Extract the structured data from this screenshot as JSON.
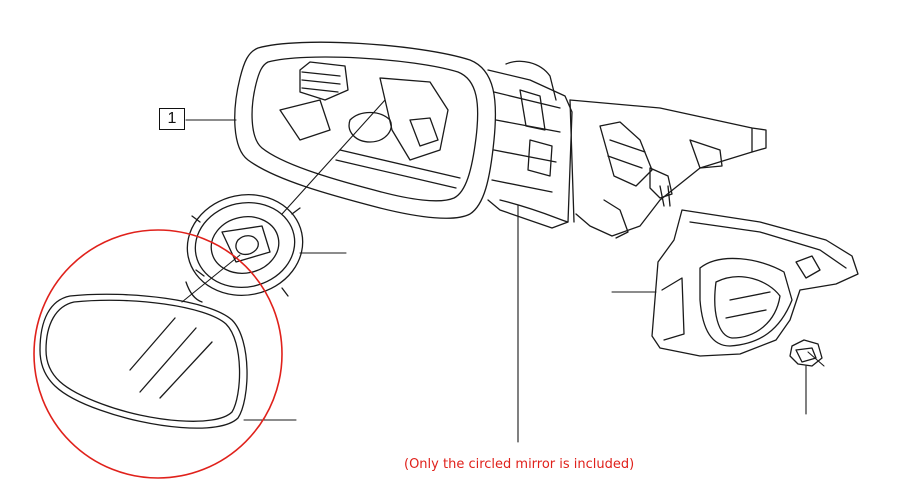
{
  "callout": {
    "number": "1"
  },
  "note": "(Only the circled mirror is included)",
  "colors": {
    "line": "#1a1a1a",
    "highlight_circle": "#e0211b",
    "note_text": "#e0211b"
  },
  "parts": [
    {
      "name": "mirror-housing",
      "label": "1"
    },
    {
      "name": "mirror-actuator-motor"
    },
    {
      "name": "mirror-glass",
      "highlighted": true
    },
    {
      "name": "mirror-base-bracket"
    },
    {
      "name": "mirror-cover-cap"
    },
    {
      "name": "mounting-nut"
    }
  ]
}
